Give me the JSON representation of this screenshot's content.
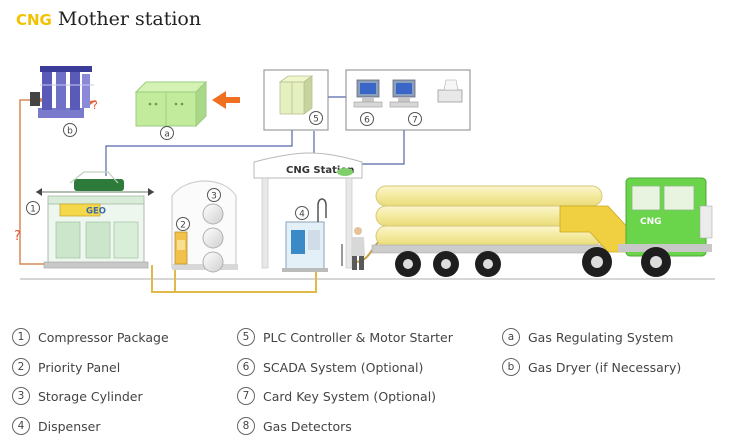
{
  "title": {
    "prefix": "CNG",
    "main": "Mother station"
  },
  "station_sign": "CNG Station",
  "panel_logo": "GEO",
  "truck_label": "CNG",
  "markers": {
    "m1": "1",
    "m2": "2",
    "m3": "3",
    "m4": "4",
    "m5": "5",
    "m6": "6",
    "m7": "7",
    "ma": "a",
    "mb": "b",
    "q1": "?",
    "q2": "?"
  },
  "legend": [
    {
      "mark": "1",
      "label": "Compressor Package"
    },
    {
      "mark": "2",
      "label": "Priority Panel"
    },
    {
      "mark": "3",
      "label": "Storage Cylinder"
    },
    {
      "mark": "4",
      "label": "Dispenser"
    },
    {
      "mark": "5",
      "label": "PLC Controller & Motor Starter"
    },
    {
      "mark": "6",
      "label": "SCADA System (Optional)"
    },
    {
      "mark": "7",
      "label": "Card Key System (Optional)"
    },
    {
      "mark": "8",
      "label": "Gas Detectors"
    },
    {
      "mark": "a",
      "label": "Gas Regulating System"
    },
    {
      "mark": "b",
      "label": "Gas Dryer (if Necessary)"
    }
  ],
  "colors": {
    "cng_yellow": "#f2c200",
    "station_green": "#7fd06a",
    "truck_green": "#6ad44a",
    "trailer_yellow": "#f7efb0",
    "pipe_orange": "#d88a55",
    "pipe_yellow": "#e0b94a",
    "line_blue": "#5566aa",
    "arrow_orange": "#f07020"
  }
}
